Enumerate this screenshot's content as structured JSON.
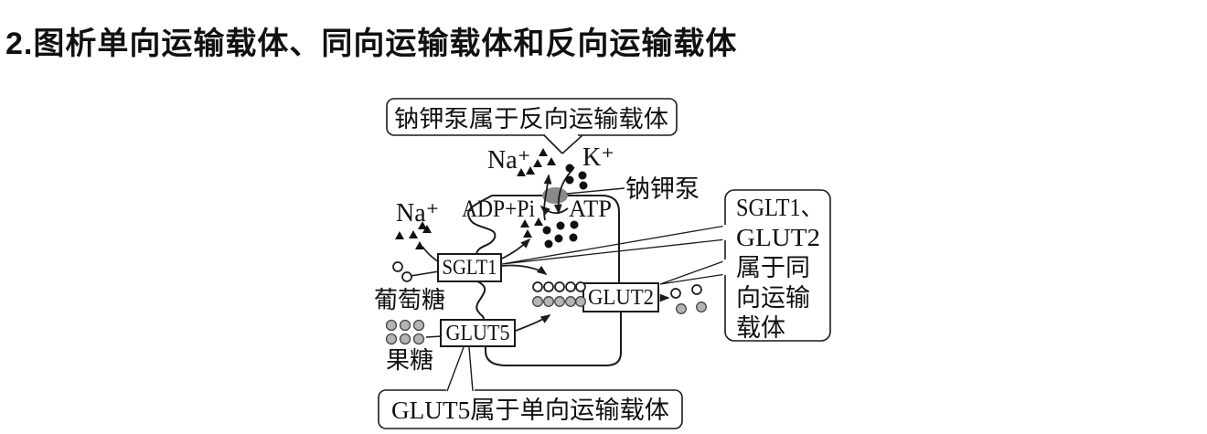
{
  "title": "2.图析单向运输载体、同向运输载体和反向运输载体",
  "callouts": {
    "antiport": "钠钾泵属于反向运输载体",
    "uniport": "GLUT5属于单向运输载体",
    "symport_lines": [
      "SGLT1、",
      "GLUT2",
      "属于同",
      "向运输",
      "载体"
    ]
  },
  "labels": {
    "pump": "钠钾泵",
    "na_top": "Na⁺",
    "k_top": "K⁺",
    "adp_pi": "ADP+Pi",
    "atp": "ATP",
    "na_left": "Na⁺",
    "glucose": "葡萄糖",
    "fructose": "果糖"
  },
  "transporters": {
    "sglt1": "SGLT1",
    "glut2": "GLUT2",
    "glut5": "GLUT5"
  },
  "legend_particles": {
    "sodium-icon": "filled-triangle",
    "potassium-icon": "filled-circle",
    "glucose-icon": "open-circle",
    "fructose-icon": "gray-circle"
  },
  "colors": {
    "ink": "#1a1a1a",
    "pump_gray": "#8a8a8a",
    "fructose_gray": "#b4b4b4",
    "background": "#ffffff"
  }
}
